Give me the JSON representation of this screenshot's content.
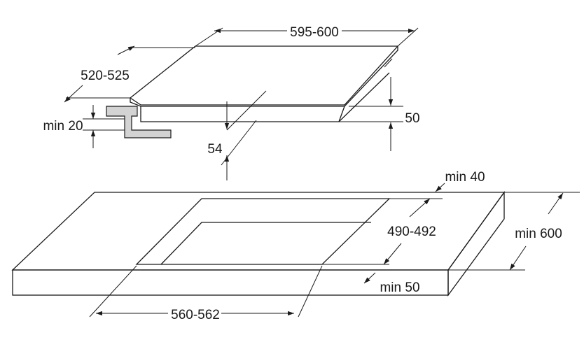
{
  "labels": {
    "hob_width": "595-600",
    "hob_depth": "520-525",
    "hob_height": "50",
    "cutout_depth_offset": "54",
    "min_worktop_thickness": "min 20",
    "min_back_gap": "min 40",
    "cutout_depth": "490-492",
    "min_worktop_depth": "min 600",
    "min_front_gap": "min 50",
    "cutout_width": "560-562"
  },
  "colors": {
    "line": "#1a1a1a",
    "bracket_fill": "#d3d3d3",
    "background": "#ffffff"
  }
}
